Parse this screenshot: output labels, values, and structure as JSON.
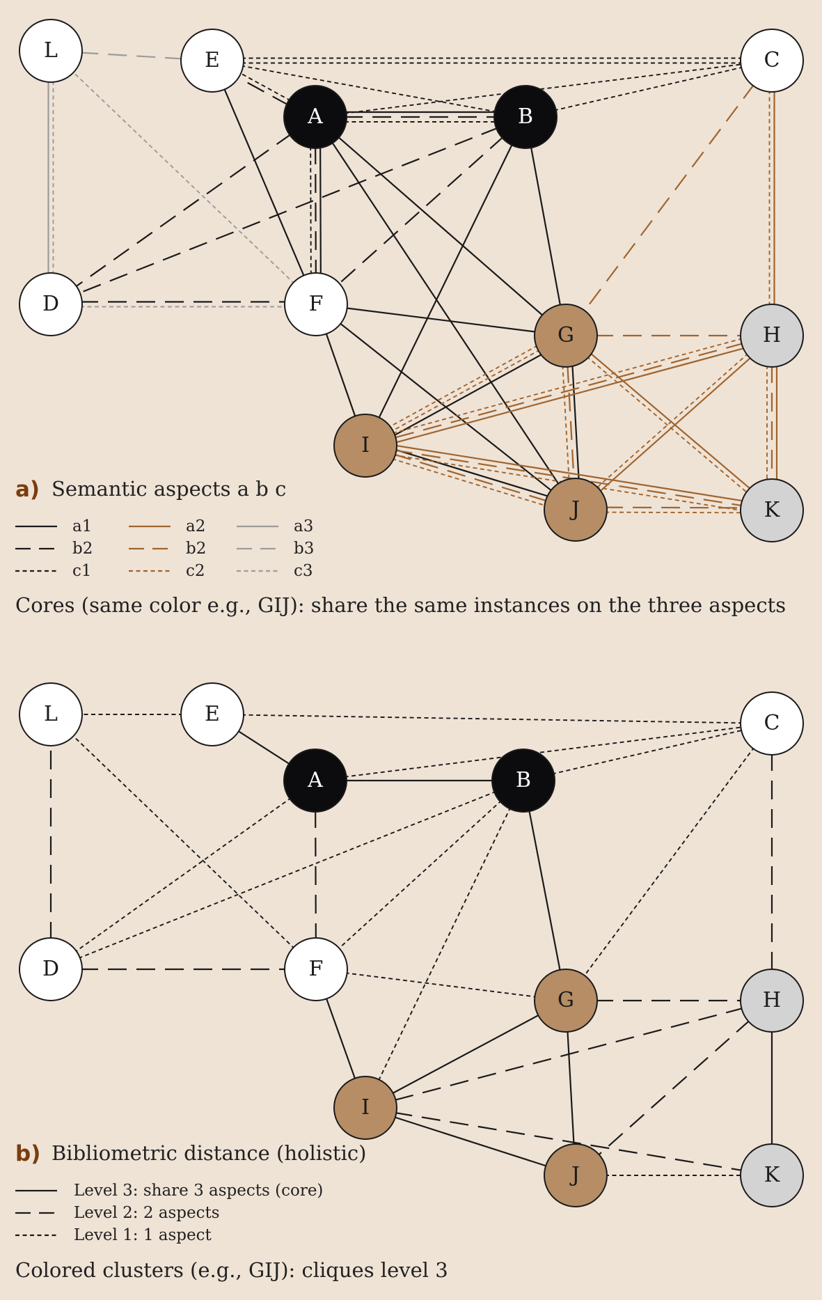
{
  "colors": {
    "background": "#efe3d6",
    "black": "#1a1a1a",
    "brown": "#a0642d",
    "gray": "#9b9b9b",
    "node_white": "#ffffff",
    "node_black": "#0c0c0e",
    "node_brown": "#b68d65",
    "node_gray": "#d3d3d3"
  },
  "panel_a": {
    "tag": "a)",
    "title": "Semantic aspects a b c",
    "legend": [
      {
        "label": "a1",
        "color": "black",
        "style": "solid"
      },
      {
        "label": "b2",
        "color": "black",
        "style": "dashed"
      },
      {
        "label": "c1",
        "color": "black",
        "style": "dotted"
      },
      {
        "label": "a2",
        "color": "brown",
        "style": "solid"
      },
      {
        "label": "b2",
        "color": "brown",
        "style": "dashed"
      },
      {
        "label": "c2",
        "color": "brown",
        "style": "dotted"
      },
      {
        "label": "a3",
        "color": "gray",
        "style": "solid"
      },
      {
        "label": "b3",
        "color": "gray",
        "style": "dashed"
      },
      {
        "label": "c3",
        "color": "gray",
        "style": "dotted"
      }
    ],
    "caption": "Cores (same color e.g., GIJ): share the same instances on the three aspects"
  },
  "panel_b": {
    "tag": "b)",
    "title": "Bibliometric distance (holistic)",
    "legend": [
      {
        "label": "Level 3: share 3 aspects (core)",
        "style": "solid"
      },
      {
        "label": "Level 2: 2 aspects",
        "style": "dashed"
      },
      {
        "label": "Level 1: 1 aspect",
        "style": "dotted"
      }
    ],
    "caption": "Colored clusters (e.g., GIJ): cliques level 3"
  },
  "nodes": [
    {
      "id": "L",
      "fill": "node_white"
    },
    {
      "id": "E",
      "fill": "node_white"
    },
    {
      "id": "C",
      "fill": "node_white"
    },
    {
      "id": "A",
      "fill": "node_black"
    },
    {
      "id": "B",
      "fill": "node_black"
    },
    {
      "id": "D",
      "fill": "node_white"
    },
    {
      "id": "F",
      "fill": "node_white"
    },
    {
      "id": "G",
      "fill": "node_brown"
    },
    {
      "id": "H",
      "fill": "node_gray"
    },
    {
      "id": "I",
      "fill": "node_brown"
    },
    {
      "id": "J",
      "fill": "node_brown"
    },
    {
      "id": "K",
      "fill": "node_gray"
    }
  ],
  "edges_a": [
    {
      "from": "L",
      "to": "E",
      "color": "gray",
      "style": "dashed"
    },
    {
      "from": "L",
      "to": "D",
      "color": "gray",
      "style": "solid"
    },
    {
      "from": "L",
      "to": "D",
      "color": "gray",
      "style": "dotted"
    },
    {
      "from": "L",
      "to": "F",
      "color": "gray",
      "style": "dotted"
    },
    {
      "from": "D",
      "to": "F",
      "color": "black",
      "style": "dashed"
    },
    {
      "from": "D",
      "to": "F",
      "color": "gray",
      "style": "dotted"
    },
    {
      "from": "D",
      "to": "A",
      "color": "black",
      "style": "dashed"
    },
    {
      "from": "D",
      "to": "B",
      "color": "black",
      "style": "dashed"
    },
    {
      "from": "E",
      "to": "C",
      "color": "black",
      "style": "dotted"
    },
    {
      "from": "E",
      "to": "C",
      "color": "black",
      "style": "dotted"
    },
    {
      "from": "E",
      "to": "B",
      "color": "black",
      "style": "dotted"
    },
    {
      "from": "E",
      "to": "A",
      "color": "black",
      "style": "dashed"
    },
    {
      "from": "E",
      "to": "A",
      "color": "black",
      "style": "dotted"
    },
    {
      "from": "E",
      "to": "F",
      "color": "black",
      "style": "solid"
    },
    {
      "from": "A",
      "to": "B",
      "color": "black",
      "style": "solid"
    },
    {
      "from": "A",
      "to": "B",
      "color": "black",
      "style": "dashed"
    },
    {
      "from": "A",
      "to": "B",
      "color": "black",
      "style": "dotted"
    },
    {
      "from": "A",
      "to": "C",
      "color": "black",
      "style": "dotted"
    },
    {
      "from": "B",
      "to": "C",
      "color": "black",
      "style": "dotted"
    },
    {
      "from": "A",
      "to": "F",
      "color": "black",
      "style": "solid"
    },
    {
      "from": "A",
      "to": "F",
      "color": "black",
      "style": "dashed"
    },
    {
      "from": "A",
      "to": "F",
      "color": "black",
      "style": "dotted"
    },
    {
      "from": "A",
      "to": "G",
      "color": "black",
      "style": "solid"
    },
    {
      "from": "A",
      "to": "J",
      "color": "black",
      "style": "solid"
    },
    {
      "from": "B",
      "to": "F",
      "color": "black",
      "style": "dashed"
    },
    {
      "from": "B",
      "to": "G",
      "color": "black",
      "style": "solid"
    },
    {
      "from": "B",
      "to": "I",
      "color": "black",
      "style": "solid"
    },
    {
      "from": "F",
      "to": "G",
      "color": "black",
      "style": "solid"
    },
    {
      "from": "F",
      "to": "I",
      "color": "black",
      "style": "solid"
    },
    {
      "from": "F",
      "to": "J",
      "color": "black",
      "style": "solid"
    },
    {
      "from": "C",
      "to": "G",
      "color": "brown",
      "style": "dashed"
    },
    {
      "from": "C",
      "to": "H",
      "color": "brown",
      "style": "solid"
    },
    {
      "from": "C",
      "to": "H",
      "color": "brown",
      "style": "dotted"
    },
    {
      "from": "G",
      "to": "H",
      "color": "brown",
      "style": "dashed"
    },
    {
      "from": "G",
      "to": "I",
      "color": "black",
      "style": "solid"
    },
    {
      "from": "G",
      "to": "I",
      "color": "brown",
      "style": "dotted"
    },
    {
      "from": "G",
      "to": "I",
      "color": "brown",
      "style": "dotted"
    },
    {
      "from": "G",
      "to": "J",
      "color": "black",
      "style": "solid"
    },
    {
      "from": "G",
      "to": "J",
      "color": "brown",
      "style": "dashed"
    },
    {
      "from": "G",
      "to": "J",
      "color": "brown",
      "style": "dotted"
    },
    {
      "from": "G",
      "to": "K",
      "color": "brown",
      "style": "solid"
    },
    {
      "from": "G",
      "to": "K",
      "color": "brown",
      "style": "dotted"
    },
    {
      "from": "H",
      "to": "I",
      "color": "brown",
      "style": "solid"
    },
    {
      "from": "H",
      "to": "I",
      "color": "brown",
      "style": "dashed"
    },
    {
      "from": "H",
      "to": "I",
      "color": "brown",
      "style": "dotted"
    },
    {
      "from": "H",
      "to": "J",
      "color": "brown",
      "style": "solid"
    },
    {
      "from": "H",
      "to": "J",
      "color": "brown",
      "style": "dotted"
    },
    {
      "from": "H",
      "to": "K",
      "color": "brown",
      "style": "solid"
    },
    {
      "from": "H",
      "to": "K",
      "color": "brown",
      "style": "dashed"
    },
    {
      "from": "H",
      "to": "K",
      "color": "brown",
      "style": "dotted"
    },
    {
      "from": "I",
      "to": "J",
      "color": "black",
      "style": "solid"
    },
    {
      "from": "I",
      "to": "J",
      "color": "brown",
      "style": "dashed"
    },
    {
      "from": "I",
      "to": "J",
      "color": "brown",
      "style": "dotted"
    },
    {
      "from": "I",
      "to": "K",
      "color": "brown",
      "style": "solid"
    },
    {
      "from": "I",
      "to": "K",
      "color": "brown",
      "style": "dashed"
    },
    {
      "from": "I",
      "to": "K",
      "color": "brown",
      "style": "dotted"
    },
    {
      "from": "J",
      "to": "K",
      "color": "brown",
      "style": "dashed"
    },
    {
      "from": "J",
      "to": "K",
      "color": "brown",
      "style": "dotted"
    }
  ],
  "edges_b": [
    {
      "from": "L",
      "to": "E",
      "style": "dotted"
    },
    {
      "from": "L",
      "to": "D",
      "style": "dashed"
    },
    {
      "from": "L",
      "to": "F",
      "style": "dotted"
    },
    {
      "from": "E",
      "to": "C",
      "style": "dotted"
    },
    {
      "from": "E",
      "to": "A",
      "style": "solid"
    },
    {
      "from": "A",
      "to": "B",
      "style": "solid"
    },
    {
      "from": "A",
      "to": "C",
      "style": "dotted"
    },
    {
      "from": "B",
      "to": "C",
      "style": "dotted"
    },
    {
      "from": "A",
      "to": "F",
      "style": "dashed"
    },
    {
      "from": "D",
      "to": "A",
      "style": "dotted"
    },
    {
      "from": "D",
      "to": "B",
      "style": "dotted"
    },
    {
      "from": "D",
      "to": "F",
      "style": "dashed"
    },
    {
      "from": "B",
      "to": "F",
      "style": "dotted"
    },
    {
      "from": "B",
      "to": "I",
      "style": "dotted"
    },
    {
      "from": "B",
      "to": "G",
      "style": "solid"
    },
    {
      "from": "C",
      "to": "G",
      "style": "dotted"
    },
    {
      "from": "C",
      "to": "H",
      "style": "dashed"
    },
    {
      "from": "F",
      "to": "G",
      "style": "dotted"
    },
    {
      "from": "F",
      "to": "I",
      "style": "solid"
    },
    {
      "from": "G",
      "to": "H",
      "style": "dashed"
    },
    {
      "from": "G",
      "to": "I",
      "style": "solid"
    },
    {
      "from": "G",
      "to": "J",
      "style": "solid"
    },
    {
      "from": "H",
      "to": "I",
      "style": "dashed"
    },
    {
      "from": "H",
      "to": "J",
      "style": "dashed"
    },
    {
      "from": "H",
      "to": "K",
      "style": "solid"
    },
    {
      "from": "I",
      "to": "J",
      "style": "solid"
    },
    {
      "from": "I",
      "to": "K",
      "style": "dashed"
    },
    {
      "from": "J",
      "to": "K",
      "style": "dotted"
    }
  ]
}
